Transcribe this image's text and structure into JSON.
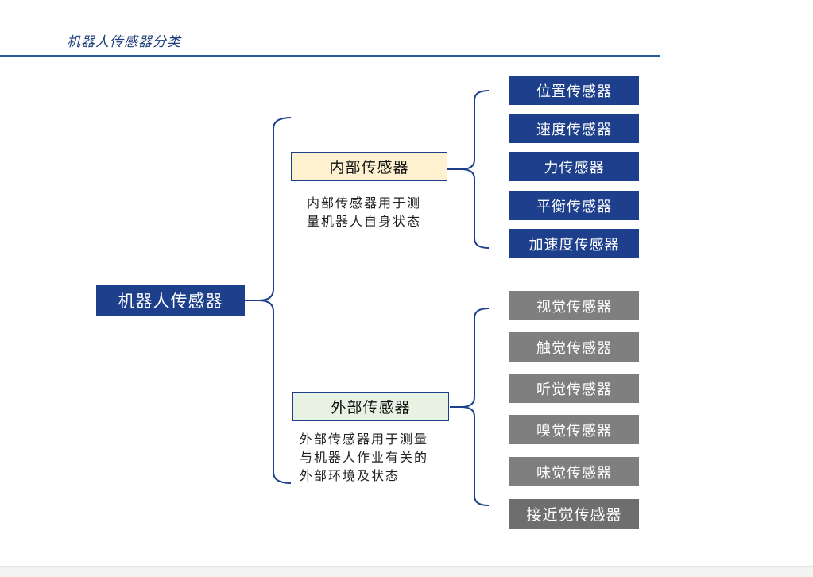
{
  "page_title": "机器人传感器分类",
  "root": {
    "label": "机器人传感器",
    "color": "#1d3f8c"
  },
  "internal": {
    "label": "内部传感器",
    "fill": "#fdf1cf",
    "description": [
      "内部传感器用于测",
      "量机器人自身状态"
    ],
    "sensors": [
      "位置传感器",
      "速度传感器",
      "力传感器",
      "平衡传感器",
      "加速度传感器"
    ]
  },
  "external": {
    "label": "外部传感器",
    "fill": "#e8f2e2",
    "description": [
      "外部传感器用于测量",
      "与机器人作业有关的",
      "外部环境及状态"
    ],
    "sensors": [
      "视觉传感器",
      "触觉传感器",
      "听觉传感器",
      "嗅觉传感器",
      "味觉传感器",
      "接近觉传感器"
    ]
  },
  "colors": {
    "brand_blue": "#1d3f8c",
    "rule": "#2a5a94",
    "gray_leaf": "#7f7f7f"
  }
}
